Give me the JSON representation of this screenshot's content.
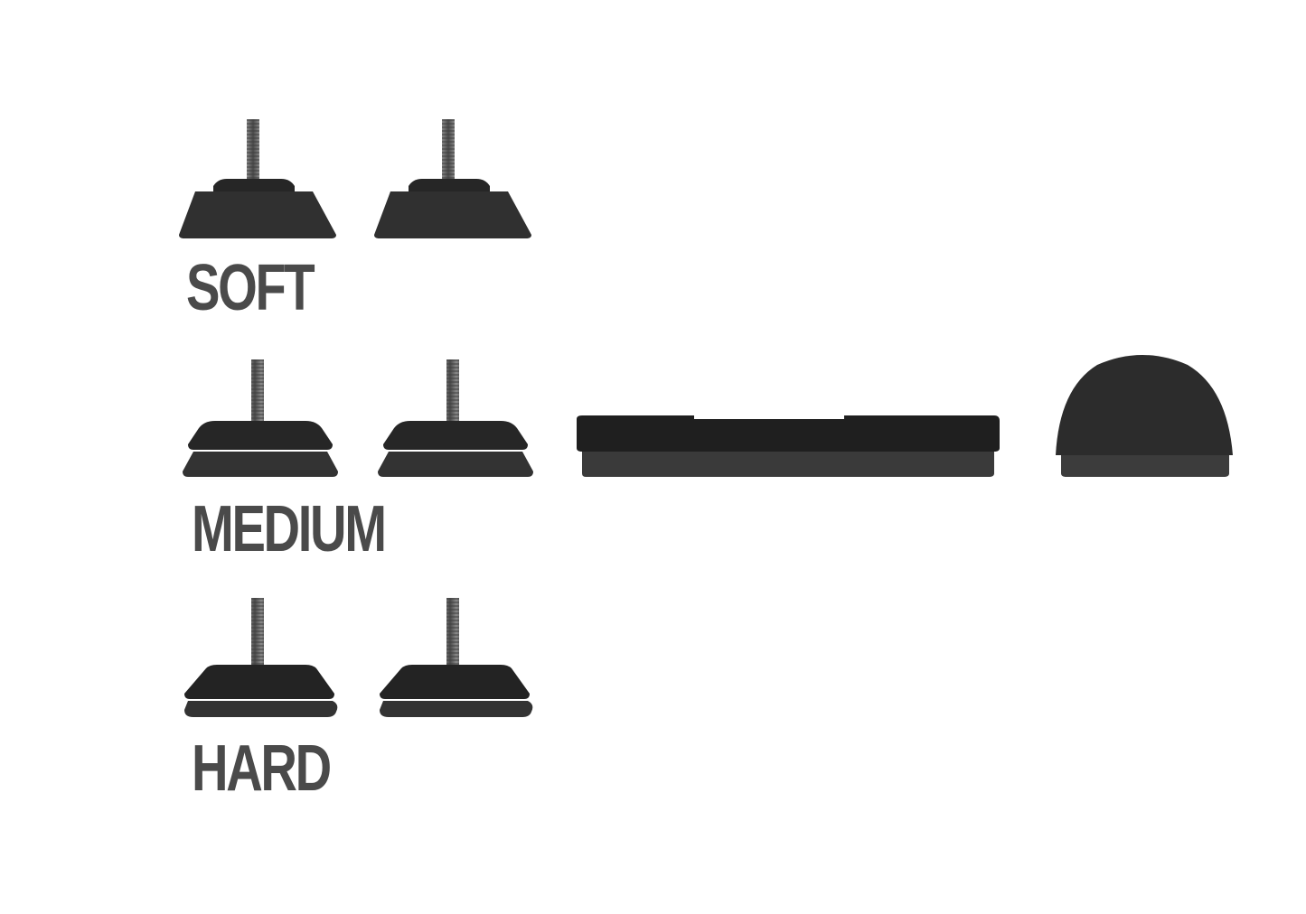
{
  "rows": [
    {
      "label": "SOFT",
      "type": "soft"
    },
    {
      "label": "MEDIUM",
      "type": "medium"
    },
    {
      "label": "HARD",
      "type": "hard"
    }
  ],
  "extras": [
    {
      "name": "flat-bar-foot"
    },
    {
      "name": "rounded-end-foot"
    }
  ],
  "colors": {
    "background": "#ffffff",
    "rubber": "#2a2a2a",
    "rubber_light": "#3b3b3b",
    "screw": "#6e6e6e",
    "label": "#4a4a4a"
  }
}
